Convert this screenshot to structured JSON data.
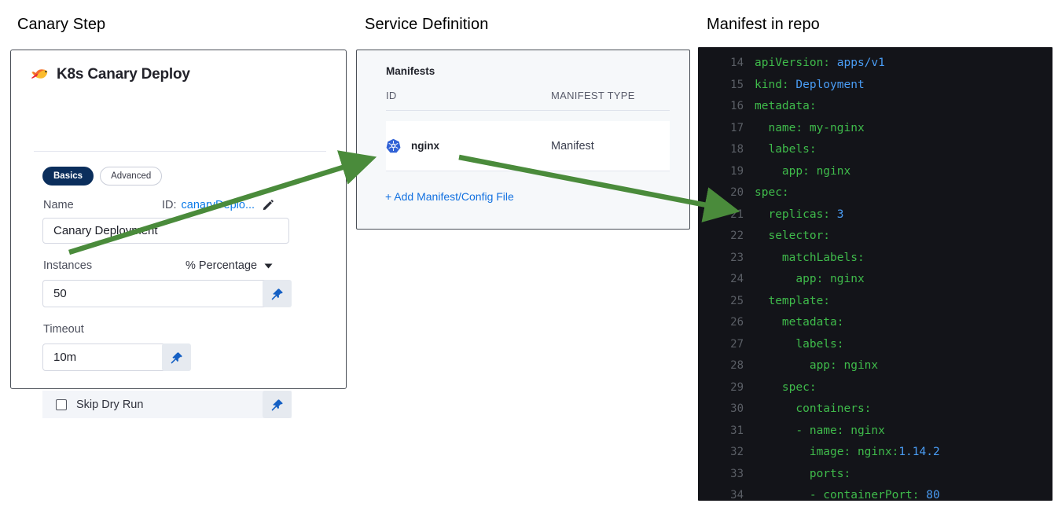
{
  "titles": {
    "canary_step": "Canary Step",
    "service_definition": "Service Definition",
    "manifest_in_repo": "Manifest in repo"
  },
  "canary_step": {
    "step_icon": "canary-bird-icon",
    "step_title": "K8s Canary Deploy",
    "tabs": [
      {
        "label": "Basics",
        "active": true
      },
      {
        "label": "Advanced",
        "active": false
      }
    ],
    "name_field": {
      "label": "Name",
      "id_prefix": "ID:",
      "id_value": "canaryDeplo...",
      "edit_icon": "pencil-icon",
      "value": "Canary Deployment"
    },
    "instances_field": {
      "label": "Instances",
      "unit_label": "% Percentage",
      "unit_caret": "chevron-down-icon",
      "value": "50",
      "pin_icon": "pushpin-icon"
    },
    "timeout_field": {
      "label": "Timeout",
      "value": "10m",
      "pin_icon": "pushpin-icon"
    },
    "skip_dry_run": {
      "label": "Skip Dry Run",
      "checked": false,
      "pin_icon": "pushpin-icon"
    }
  },
  "service_definition": {
    "section_label": "Manifests",
    "columns": {
      "id": "ID",
      "manifest_type": "MANIFEST TYPE"
    },
    "rows": [
      {
        "icon": "kubernetes-icon",
        "id": "nginx",
        "manifest_type": "Manifest"
      }
    ],
    "add_link": "+ Add Manifest/Config File"
  },
  "manifest_repo": {
    "first_line_number": 14,
    "lines": [
      {
        "n": "14",
        "indent": 0,
        "text": "apiVersion: ",
        "value": "apps/v1"
      },
      {
        "n": "15",
        "indent": 0,
        "text": "kind: ",
        "value": "Deployment"
      },
      {
        "n": "16",
        "indent": 0,
        "text": "metadata:",
        "value": ""
      },
      {
        "n": "17",
        "indent": 1,
        "text": "name: my-nginx",
        "value": ""
      },
      {
        "n": "18",
        "indent": 1,
        "text": "labels:",
        "value": ""
      },
      {
        "n": "19",
        "indent": 2,
        "text": "app: nginx",
        "value": ""
      },
      {
        "n": "20",
        "indent": 0,
        "text": "spec:",
        "value": ""
      },
      {
        "n": "21",
        "indent": 1,
        "text": "replicas: ",
        "value": "3"
      },
      {
        "n": "22",
        "indent": 1,
        "text": "selector:",
        "value": ""
      },
      {
        "n": "23",
        "indent": 2,
        "text": "matchLabels:",
        "value": ""
      },
      {
        "n": "24",
        "indent": 3,
        "text": "app: nginx",
        "value": ""
      },
      {
        "n": "25",
        "indent": 1,
        "text": "template:",
        "value": ""
      },
      {
        "n": "26",
        "indent": 2,
        "text": "metadata:",
        "value": ""
      },
      {
        "n": "27",
        "indent": 3,
        "text": "labels:",
        "value": ""
      },
      {
        "n": "28",
        "indent": 4,
        "text": "app: nginx",
        "value": ""
      },
      {
        "n": "29",
        "indent": 2,
        "text": "spec:",
        "value": ""
      },
      {
        "n": "30",
        "indent": 3,
        "text": "containers:",
        "value": ""
      },
      {
        "n": "31",
        "indent": 3,
        "text": "- name: nginx",
        "value": ""
      },
      {
        "n": "32",
        "indent": 4,
        "text": "image: nginx:",
        "value": "1.14.2"
      },
      {
        "n": "33",
        "indent": 4,
        "text": "ports:",
        "value": ""
      },
      {
        "n": "34",
        "indent": 4,
        "text": "- containerPort: ",
        "value": "80"
      }
    ]
  },
  "annotations": {
    "arrow_color": "#4a8b3b",
    "arrows": [
      {
        "name": "instances-to-manifest",
        "from": "instances-value-50",
        "to": "manifest-row-nginx"
      },
      {
        "name": "manifest-to-replicas",
        "from": "manifest-row-nginx",
        "to": "code-line-21-replicas"
      }
    ]
  },
  "colors": {
    "accent_blue": "#1371e0",
    "tab_active_bg": "#0b2e5c",
    "code_bg": "#131419",
    "code_green": "#3fbb4b",
    "code_blue": "#4a9df5",
    "arrow_green": "#4a8b3b"
  }
}
